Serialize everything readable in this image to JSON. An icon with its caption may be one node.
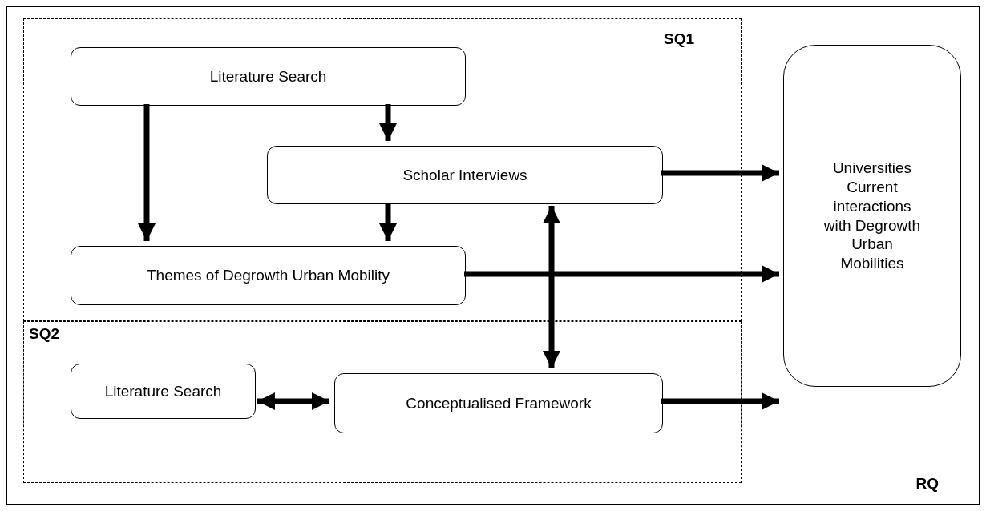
{
  "diagram": {
    "nodes": [
      {
        "text": [
          "RQ"
        ]
      },
      {
        "text": [
          "SQ1"
        ],
        "in": 0
      },
      {
        "text": [
          "Literature Search"
        ],
        "in": 1
      },
      {
        "text": [
          "Scholar Interviews"
        ],
        "in": 1
      },
      {
        "text": [
          "Themes of Degrowth Urban Mobility"
        ],
        "in": 1
      },
      {
        "text": [
          "SQ2"
        ],
        "in": 0
      },
      {
        "text": [
          "Literature Search"
        ],
        "in": 5
      },
      {
        "text": [
          "Conceptualised Framework"
        ],
        "in": 5
      },
      {
        "text": [
          "Universities Current interactions with Degrowth Urban Mobilities"
        ],
        "in": 0
      }
    ],
    "edges": [
      {
        "from": 2,
        "to": 3,
        "arrow": "to"
      },
      {
        "from": 2,
        "to": 4,
        "arrow": "to"
      },
      {
        "from": 3,
        "to": 4,
        "arrow": "to"
      },
      {
        "from": 3,
        "to": 8,
        "arrow": "to"
      },
      {
        "from": 4,
        "to": 8,
        "arrow": "to"
      },
      {
        "from": 3,
        "to": 7,
        "arrow": "both"
      },
      {
        "from": 6,
        "to": 7,
        "arrow": "both"
      },
      {
        "from": 7,
        "to": 8,
        "arrow": "to"
      }
    ]
  }
}
